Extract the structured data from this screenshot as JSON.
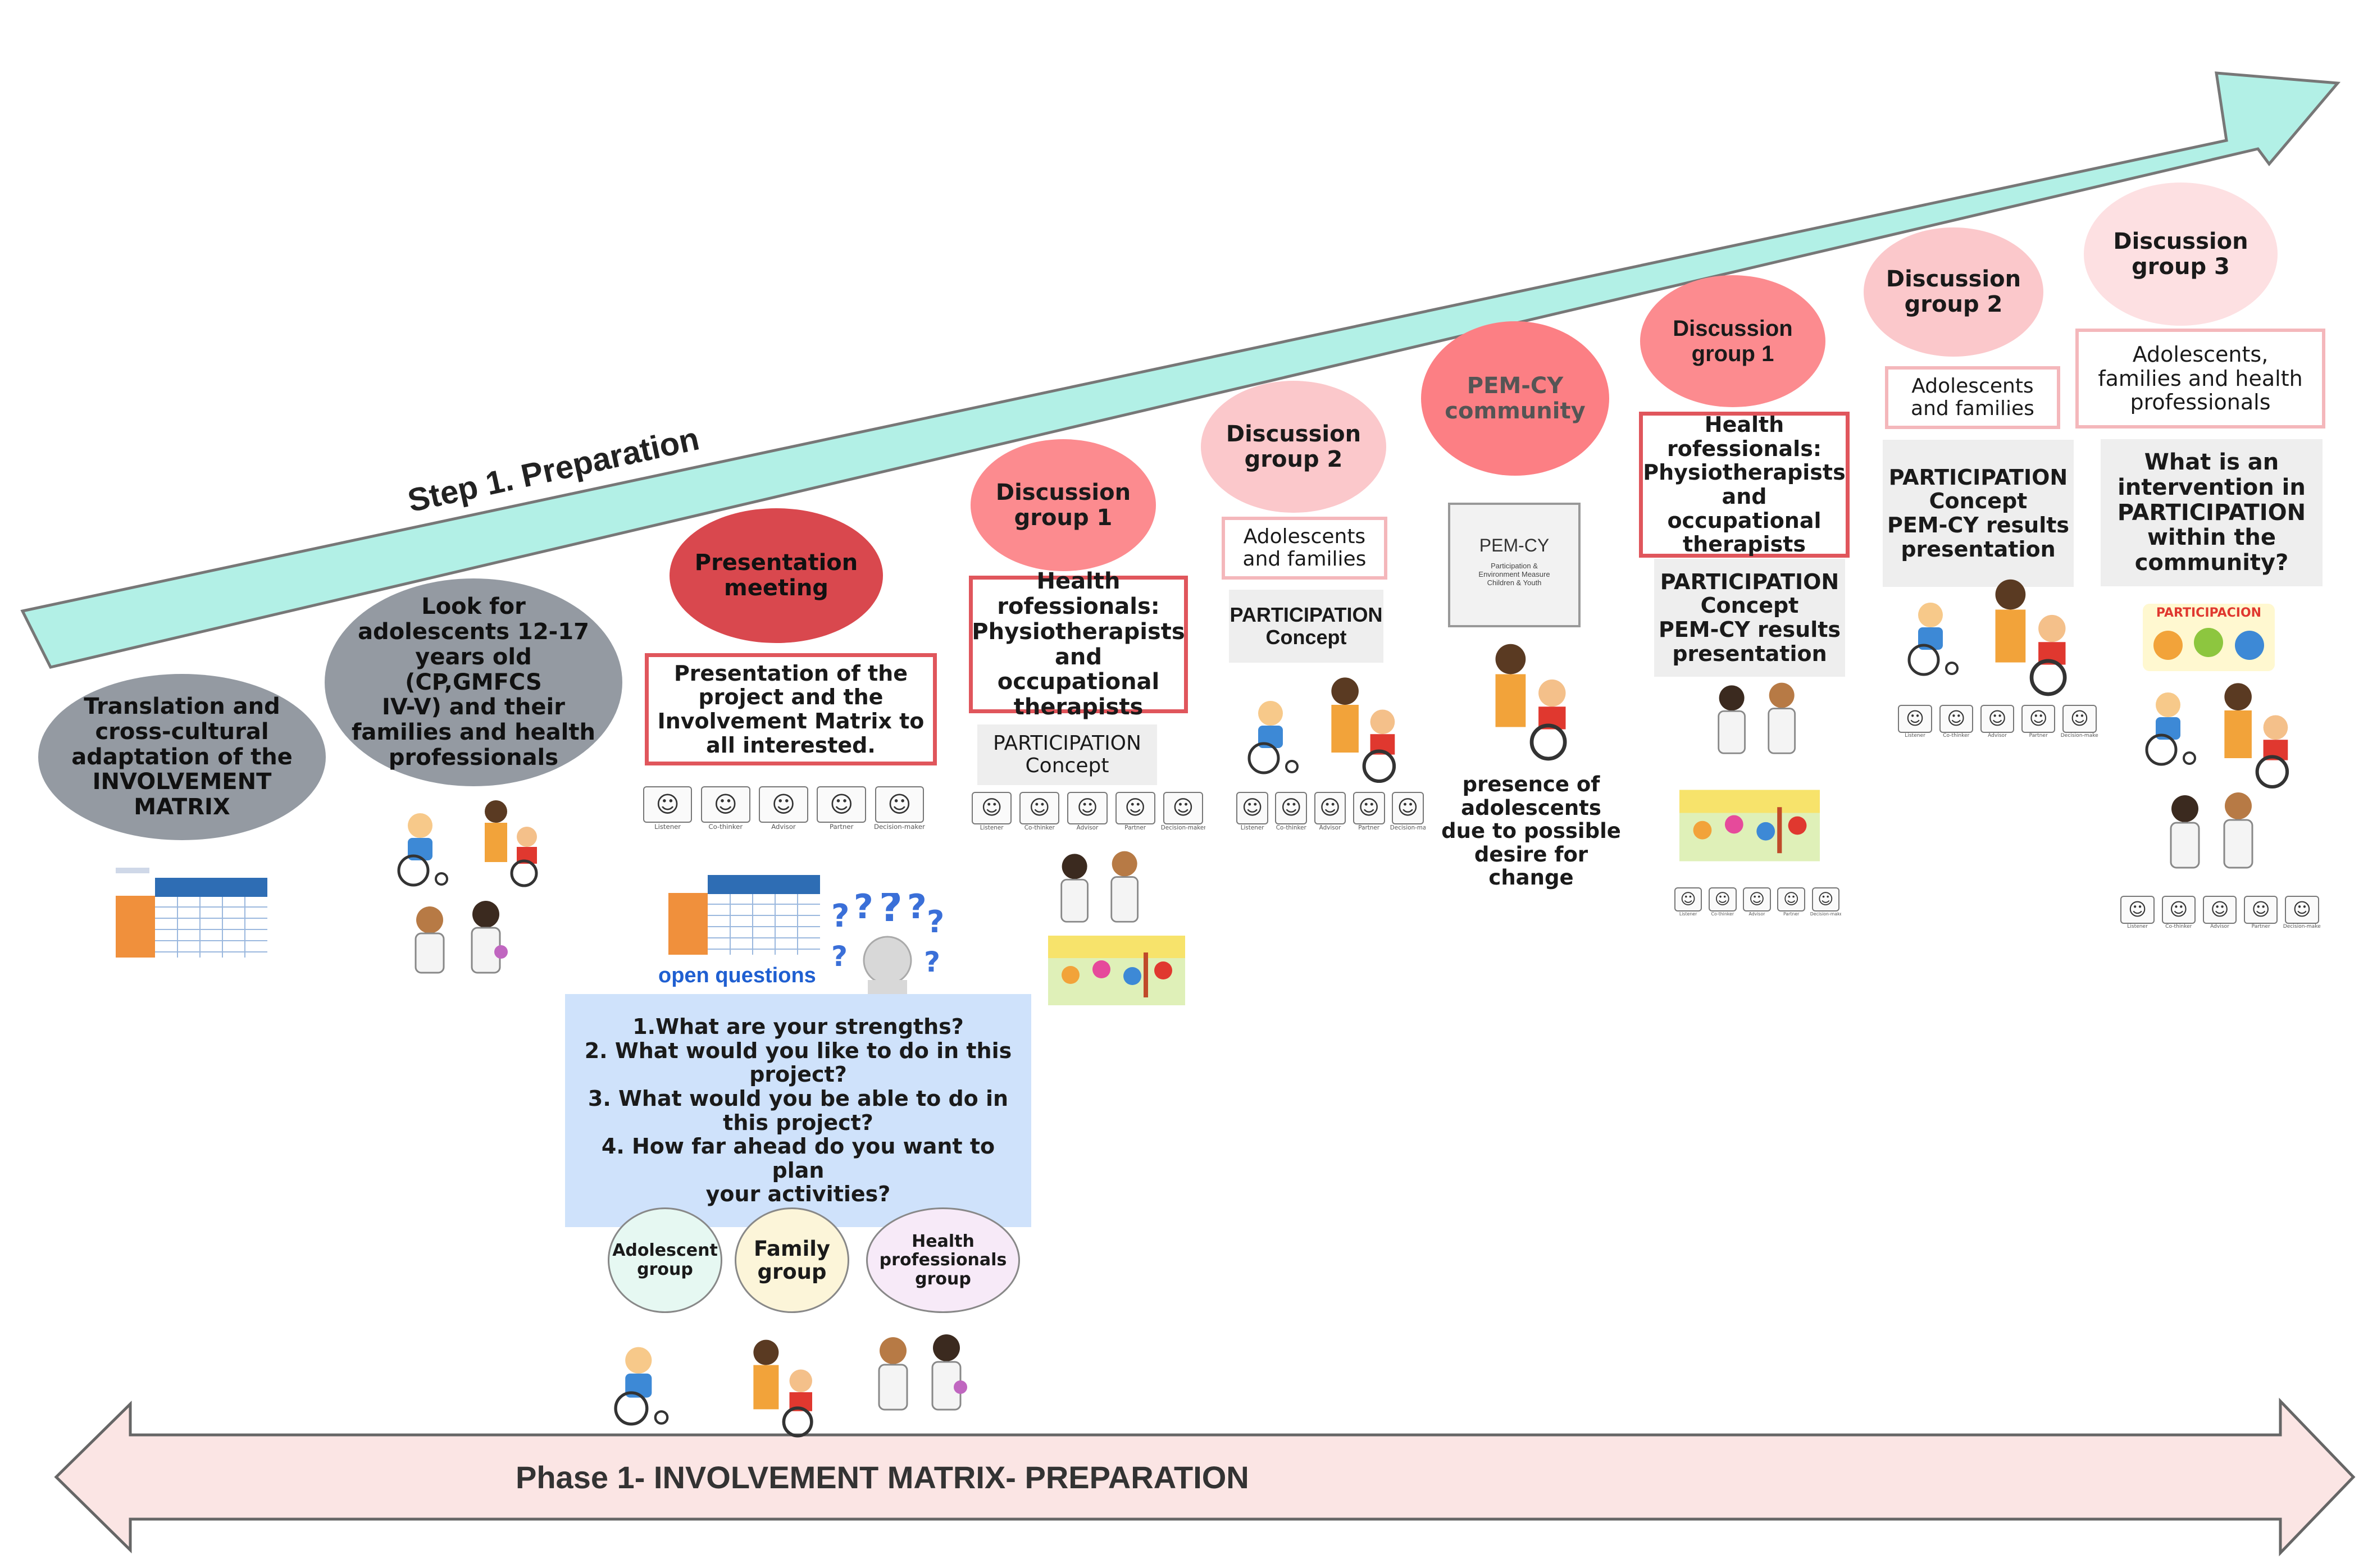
{
  "timeline": {
    "step_label": "Step 1. Preparation",
    "phase_label": "Phase 1- INVOLVEMENT MATRIX- PREPARATION"
  },
  "stages": {
    "s1": {
      "title": "Translation and\ncross-cultural\nadaptation of the\nINVOLVEMENT\nMATRIX"
    },
    "s2": {
      "title": "Look for\nadolescents 12-17\nyears old (CP,GMFCS\nIV-V) and their\nfamilies  and health\nprofessionals"
    },
    "s3": {
      "title": "Presentation\nmeeting",
      "desc": "Presentation of the\nproject and the\nInvolvement Matrix to\nall  interested.",
      "open_questions_label": "open questions",
      "questions": "1.What are your strengths?\n2. What would you like to do in this\nproject?\n3. What would you be able to do in\nthis project?\n4. How far ahead do you want to plan\nyour activities?",
      "groups": [
        "Adolescent\ngroup",
        "Family\ngroup",
        "Health\nprofessionals\ngroup"
      ]
    },
    "s4": {
      "title": "Discussion\ngroup 1",
      "participants": "Health\nrofessionals:\nPhysiotherapists\nand occupational\ntherapists",
      "topic": "PARTICIPATION\nConcept"
    },
    "s5": {
      "title": "Discussion\ngroup 2",
      "participants": "Adolescents\nand families",
      "topic": "PARTICIPATION\nConcept"
    },
    "s6": {
      "title": "PEM-CY\ncommunity",
      "doc_title": "PEM-CY",
      "doc_subtitle": "Participation &\nEnvironment Measure\nChildren & Youth",
      "note": "presence of\nadolescents\ndue to possible\ndesire for\nchange"
    },
    "s7": {
      "title": "Discussion\ngroup 1",
      "participants": "Health\nrofessionals:\nPhysiotherapists\nand occupational\ntherapists",
      "topic": "PARTICIPATION\nConcept\nPEM-CY results\npresentation"
    },
    "s8": {
      "title": "Discussion\ngroup 2",
      "participants": "Adolescents\nand families",
      "topic": "PARTICIPATION\nConcept\nPEM-CY results\npresentation"
    },
    "s9": {
      "title": "Discussion\ngroup 3",
      "participants": "Adolescents,\nfamilies and health\nprofessionals",
      "topic": "What is an\nintervention in\nPARTICIPATION\nwithin the\ncommunity?",
      "banner": "PARTICIPACION"
    }
  },
  "roles": [
    "Listener",
    "Co-thinker",
    "Advisor",
    "Partner",
    "Decision-maker"
  ],
  "colors": {
    "arrow_fill": "#b2f0e6",
    "grey_ellipse": "#949aa2",
    "dark_red": "#d9484e",
    "salmon": "#fc8b8f",
    "light_pink": "#fbc8cb",
    "pale_pink": "#fde0e2",
    "red_border": "#e0565c",
    "question_bg": "#cfe2fb",
    "phase_fill": "#fbe5e4"
  }
}
